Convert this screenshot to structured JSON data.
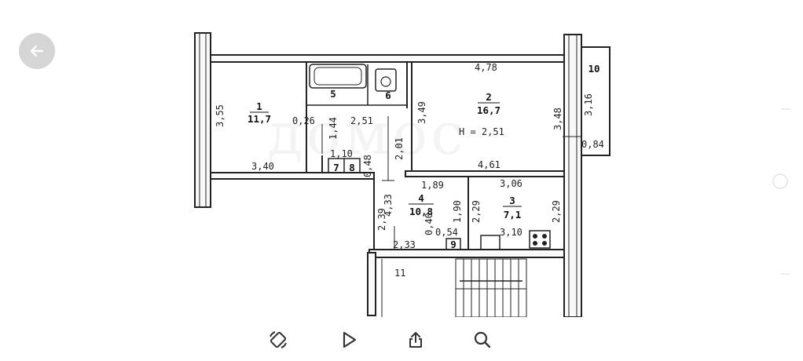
{
  "navigation": {
    "back_icon": "arrow-left-icon"
  },
  "watermark": "домос",
  "plan": {
    "rooms": [
      {
        "id": "1",
        "area": "11,7"
      },
      {
        "id": "2",
        "area": "16,7"
      },
      {
        "id": "3",
        "area": "7,1"
      },
      {
        "id": "4",
        "area": "10,8"
      },
      {
        "id": "5"
      },
      {
        "id": "6"
      },
      {
        "id": "7"
      },
      {
        "id": "8"
      },
      {
        "id": "9"
      },
      {
        "id": "10"
      },
      {
        "id": "11"
      }
    ],
    "height_label": "H = 2,51",
    "dimensions": {
      "d_478": "4,78",
      "d_355": "3,55",
      "d_349": "3,49",
      "d_348": "3,48",
      "d_316": "3,16",
      "d_084": "0,84",
      "d_026": "0,26",
      "d_144": "1,44",
      "d_251": "2,51",
      "d_201": "2,01",
      "d_110": "1,10",
      "d_048": "0,48",
      "d_340": "3,40",
      "d_461": "4,61",
      "d_433": "4,33",
      "d_189": "1,89",
      "d_306": "3,06",
      "d_239": "2,39",
      "d_229a": "2,29",
      "d_229b": "2,29",
      "d_190": "1,90",
      "d_040": "0,40",
      "d_054": "0,54",
      "d_310": "3,10",
      "d_233": "2,33"
    }
  },
  "toolbar": {
    "rotate_icon": "rotate-icon",
    "play_icon": "play-icon",
    "share_icon": "share-icon",
    "search_icon": "search-icon"
  }
}
